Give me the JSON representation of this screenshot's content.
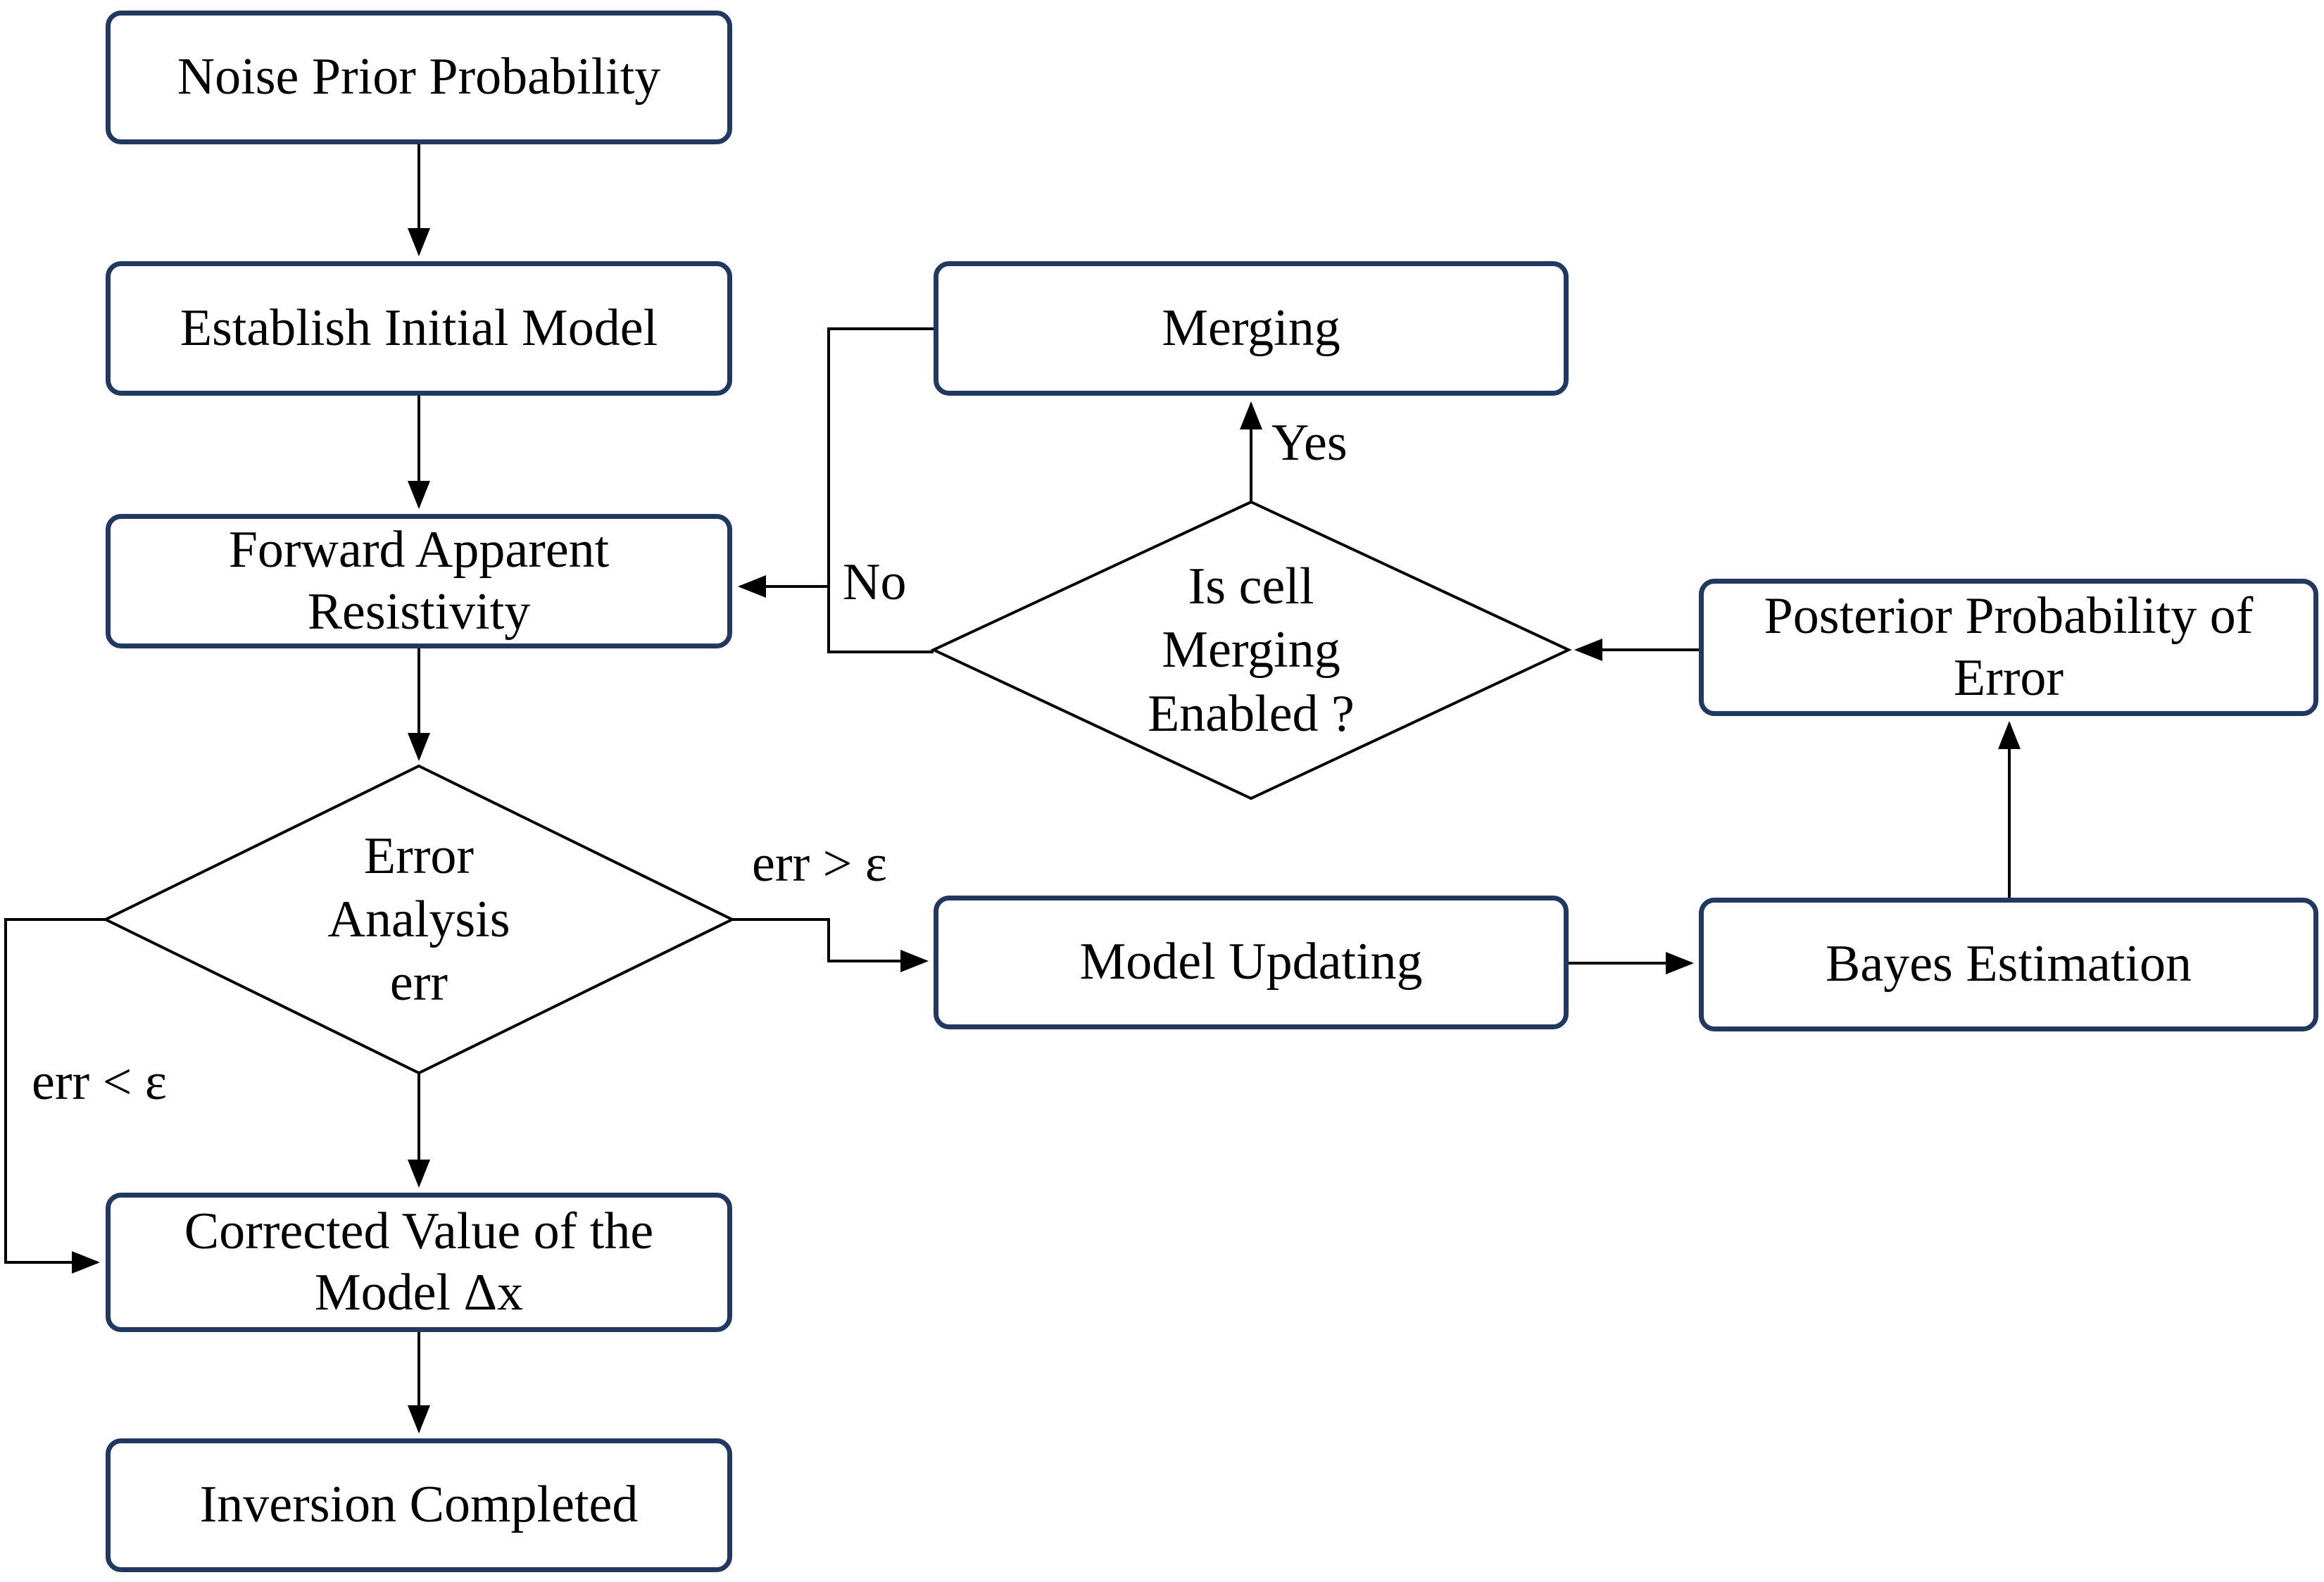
{
  "nodes": {
    "noise_prior": {
      "label": "Noise Prior Probability"
    },
    "establish_initial": {
      "label": "Establish Initial Model"
    },
    "forward_apparent": {
      "line1": "Forward Apparent",
      "line2": "Resistivity"
    },
    "error_analysis": {
      "line1": "Error",
      "line2": "Analysis",
      "line3": "err"
    },
    "corrected_value": {
      "line1": "Corrected Value of the",
      "line2": "Model Δx"
    },
    "inversion_completed": {
      "label": "Inversion Completed"
    },
    "merging": {
      "label": "Merging"
    },
    "cell_merging_decision": {
      "line1": "Is cell",
      "line2": "Merging",
      "line3": "Enabled ?"
    },
    "model_updating": {
      "label": "Model Updating"
    },
    "posterior_probability": {
      "line1": "Posterior Probability of",
      "line2": "Error"
    },
    "bayes_estimation": {
      "label": "Bayes Estimation"
    }
  },
  "edge_labels": {
    "yes": "Yes",
    "no": "No",
    "err_gt": "err > ε",
    "err_lt": "err < ε"
  },
  "colors": {
    "box_border": "#1f3864",
    "connector": "#000000",
    "text": "#000000",
    "background": "#ffffff"
  }
}
